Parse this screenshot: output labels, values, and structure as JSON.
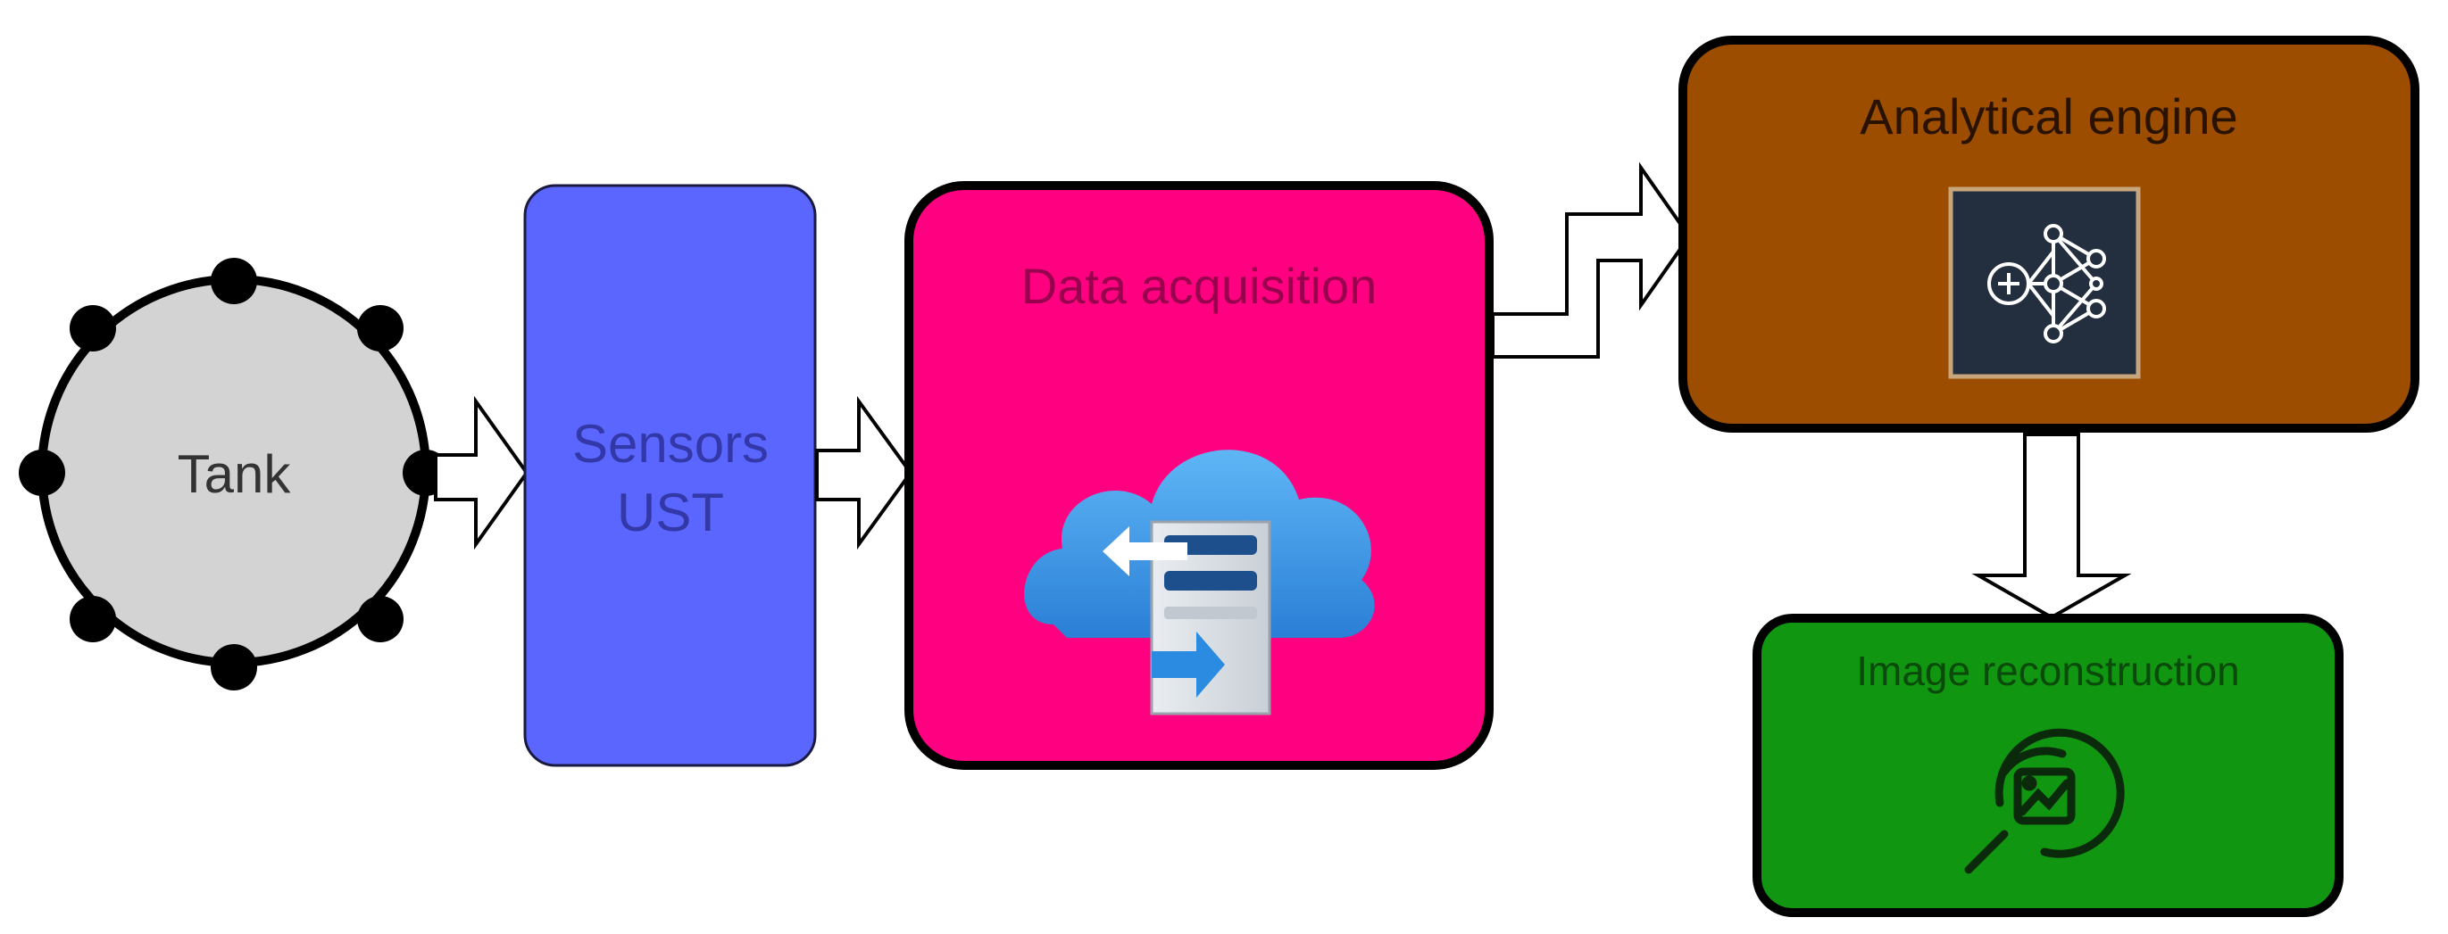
{
  "diagram": {
    "tank": {
      "label": "Tank",
      "fill": "#d3d3d3",
      "sensor_count": 8
    },
    "sensors": {
      "line1": "Sensors",
      "line2": "UST",
      "fill": "#5b66ff",
      "text_color": "#3338a8"
    },
    "data_acquisition": {
      "label": "Data acquisition",
      "fill": "#ff0080",
      "text_color": "#99004d",
      "icon": "cloud-server-icon"
    },
    "analytical_engine": {
      "label": "Analytical engine",
      "fill": "#9c4d00",
      "text_color": "#2a1200",
      "icon": "neural-network-icon"
    },
    "image_reconstruction": {
      "label": "Image reconstruction",
      "fill": "#119611",
      "text_color": "#0a4a0a",
      "icon": "image-search-icon"
    }
  }
}
